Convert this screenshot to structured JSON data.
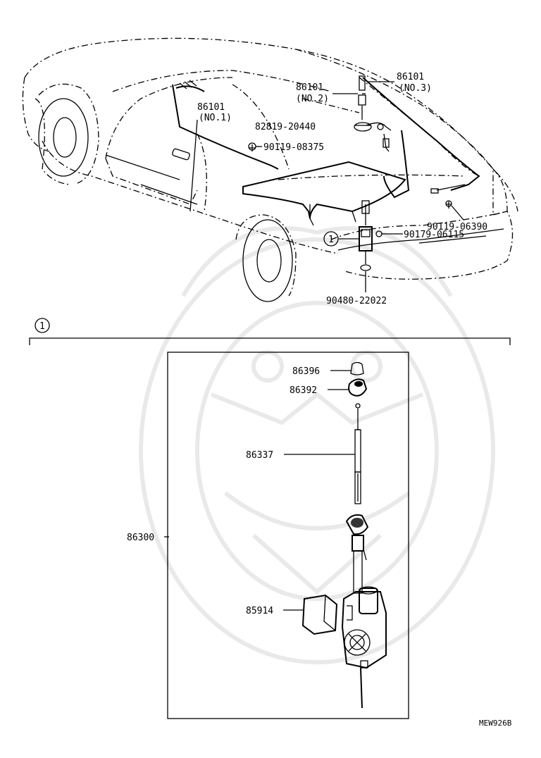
{
  "diagram": {
    "top_labels": {
      "rod_no2": {
        "part": "86101",
        "note": "(NO.2)"
      },
      "rod_no3": {
        "part": "86101",
        "note": "(NO.3)"
      },
      "rod_no1": {
        "part": "86101",
        "note": "(NO.1)"
      },
      "bracket": "82819-20440",
      "screw_1": "90119-08375",
      "screw_2": "90119-06390",
      "nut": "90179-06115",
      "grommet": "90480-22022"
    },
    "callout": "1",
    "section_callout": "1",
    "detail_labels": {
      "cap": "86396",
      "nut_cap": "86392",
      "mast": "86337",
      "assembly": "86300",
      "relay": "85914"
    },
    "drawing_code": "MEW926B"
  }
}
